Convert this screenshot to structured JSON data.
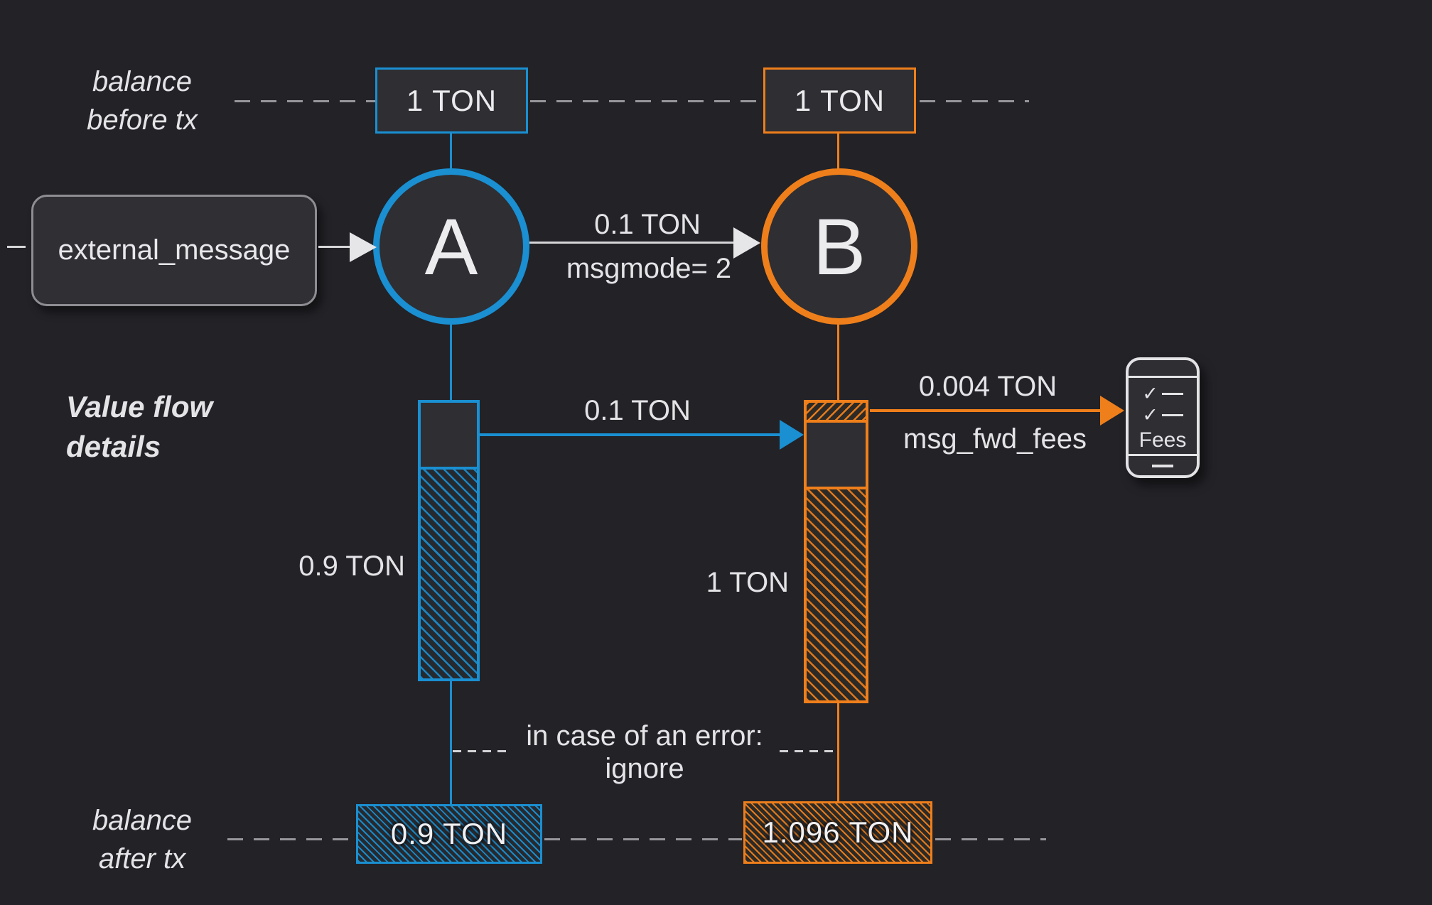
{
  "colors": {
    "background": "#222227",
    "panel_fill": "#2e2e33",
    "accent_blue": "#1a8fd1",
    "accent_orange": "#ef7f1b",
    "text": "#e8e8eb",
    "dash_gray": "#97979b",
    "border_gray": "#8e8e92"
  },
  "row_labels": {
    "before_line1": "balance",
    "before_line2": "before tx",
    "flow_line1": "Value flow",
    "flow_line2": "details",
    "after_line1": "balance",
    "after_line2": "after tx"
  },
  "nodes": {
    "a": {
      "label": "A",
      "balance_before": "1 TON",
      "balance_after": "0.9 TON"
    },
    "b": {
      "label": "B",
      "balance_before": "1 TON",
      "balance_after": "1.096 TON"
    }
  },
  "external_message": {
    "label": "external_message"
  },
  "arrows": {
    "a_to_b": {
      "amount": "0.1 TON",
      "mode": "msgmode= 2"
    },
    "value_flow": {
      "amount": "0.1 TON"
    },
    "fees": {
      "amount": "0.004 TON",
      "label": "msg_fwd_fees"
    }
  },
  "bars": {
    "a_remaining": "0.9 TON",
    "b_incoming": "1 TON"
  },
  "error_note": {
    "line1": "in case of an error:",
    "line2": "ignore"
  },
  "fees_icon": {
    "label": "Fees"
  }
}
